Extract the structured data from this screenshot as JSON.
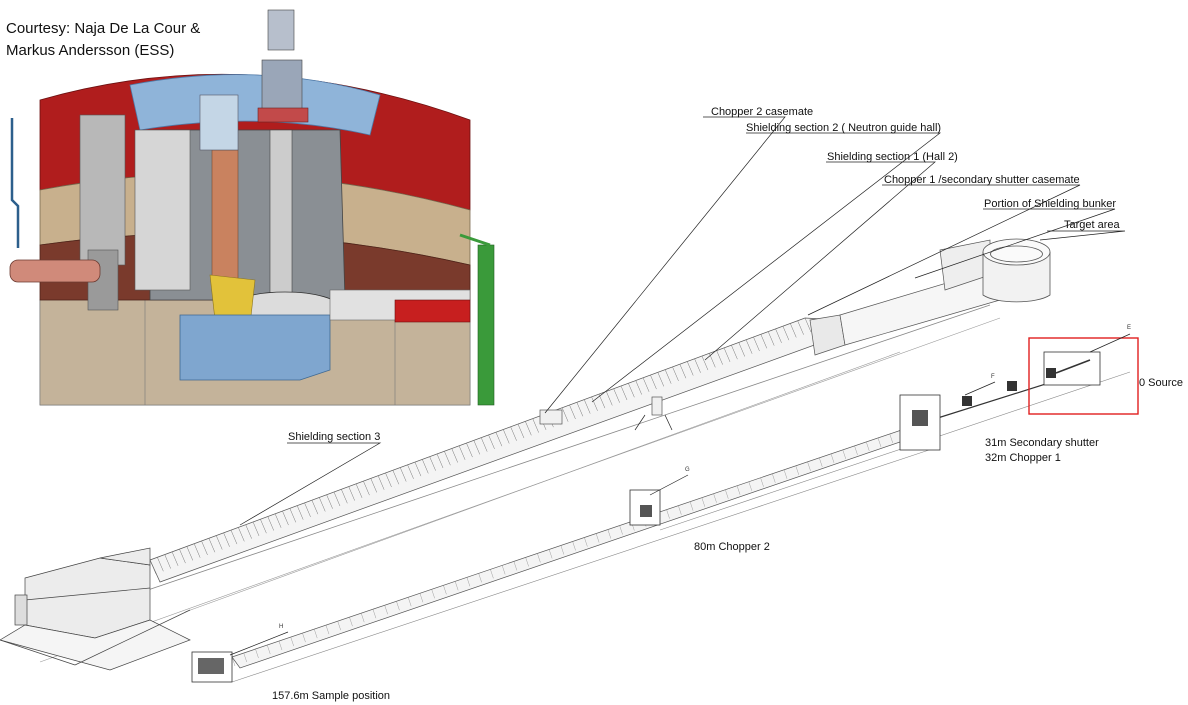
{
  "courtesy": {
    "line1": "Courtesy: Naja De La Cour &",
    "line2": "Markus Andersson (ESS)"
  },
  "labels": {
    "chopper2_casemate": "Chopper 2 casemate",
    "shielding2": "Shielding section 2 ( Neutron guide hall)",
    "shielding1": "Shielding section 1 (Hall 2)",
    "chopper1_casemate": "Chopper 1 /secondary shutter casemate",
    "portion_bunker": "Portion of Shielding bunker",
    "target_area": "Target area",
    "shielding3": "Shielding section 3",
    "source": "0 Source",
    "secondary_shutter": "31m Secondary shutter",
    "chopper1": "32m Chopper 1",
    "chopper2": "80m Chopper 2",
    "sample": "157.6m Sample position",
    "e": "E",
    "f": "F",
    "g": "G",
    "h": "H"
  },
  "colors": {
    "highlight_box": "#e02020",
    "shield_red": "#b51e1e",
    "steel_blue": "#8fb4d9",
    "tan": "#c9b08a",
    "green": "#3a9a3a"
  }
}
